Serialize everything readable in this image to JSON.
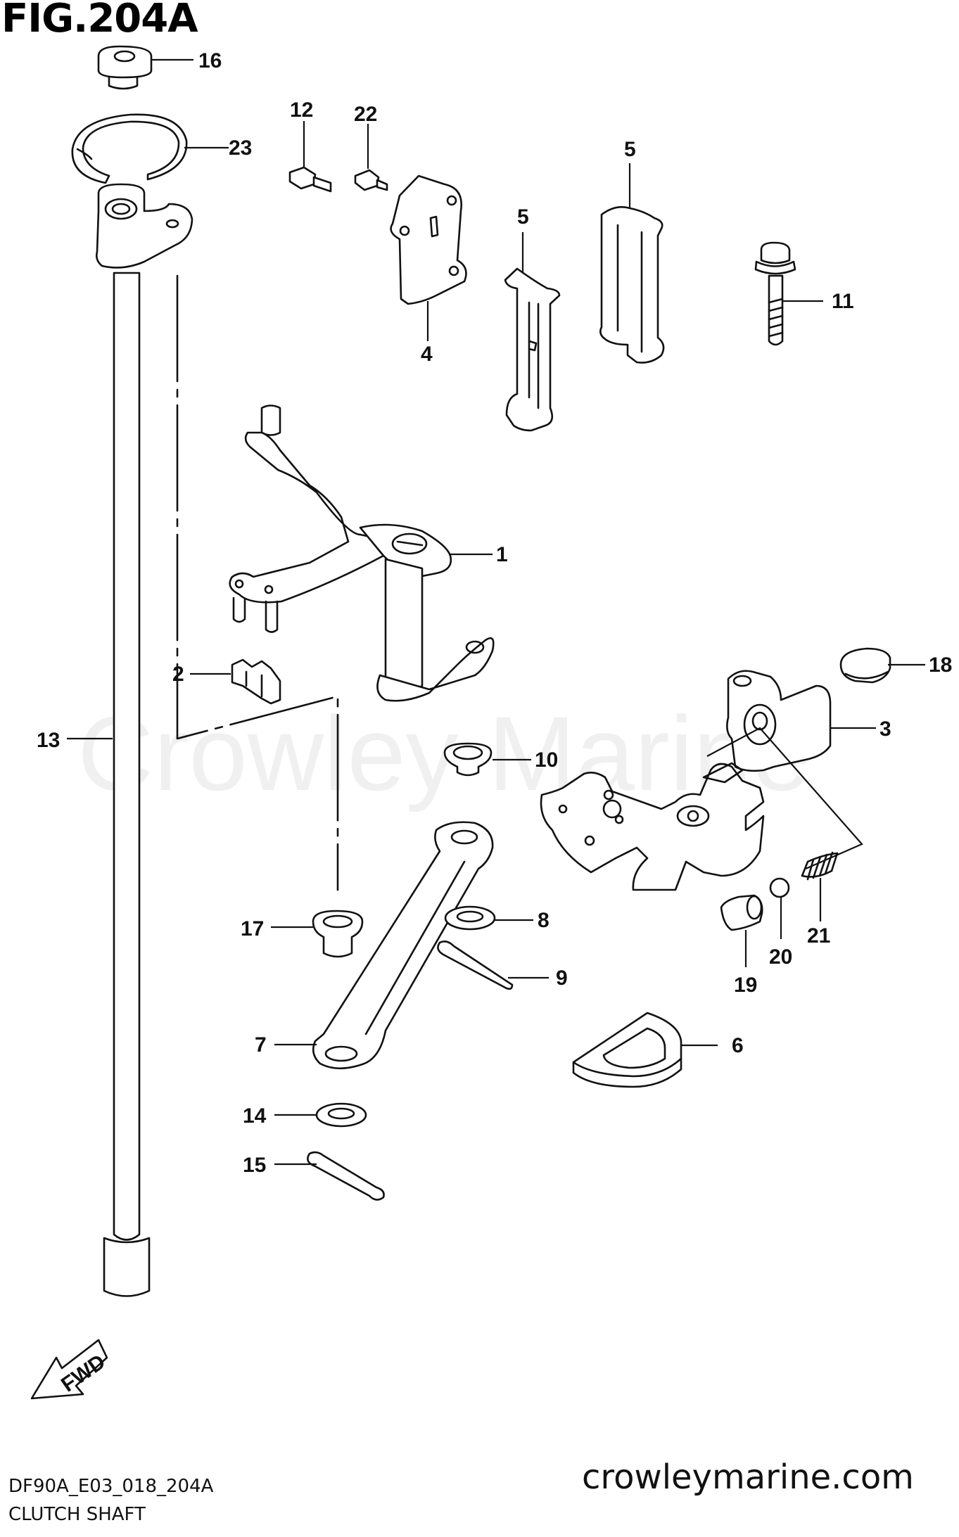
{
  "figure": {
    "title": "FIG.204A",
    "watermark": "Crowley Marine",
    "website": "crowleymarine.com",
    "drawing_code": "DF90A_E03_018_204A",
    "caption": "CLUTCH SHAFT",
    "fwd_label": "FWD"
  },
  "callouts": {
    "c1": "1",
    "c2": "2",
    "c3": "3",
    "c4": "4",
    "c5a": "5",
    "c5b": "5",
    "c6": "6",
    "c7": "7",
    "c8": "8",
    "c9": "9",
    "c10": "10",
    "c11": "11",
    "c12": "12",
    "c13": "13",
    "c14": "14",
    "c15": "15",
    "c16": "16",
    "c17": "17",
    "c18": "18",
    "c19": "19",
    "c20": "20",
    "c21": "21",
    "c22": "22",
    "c23": "23"
  }
}
